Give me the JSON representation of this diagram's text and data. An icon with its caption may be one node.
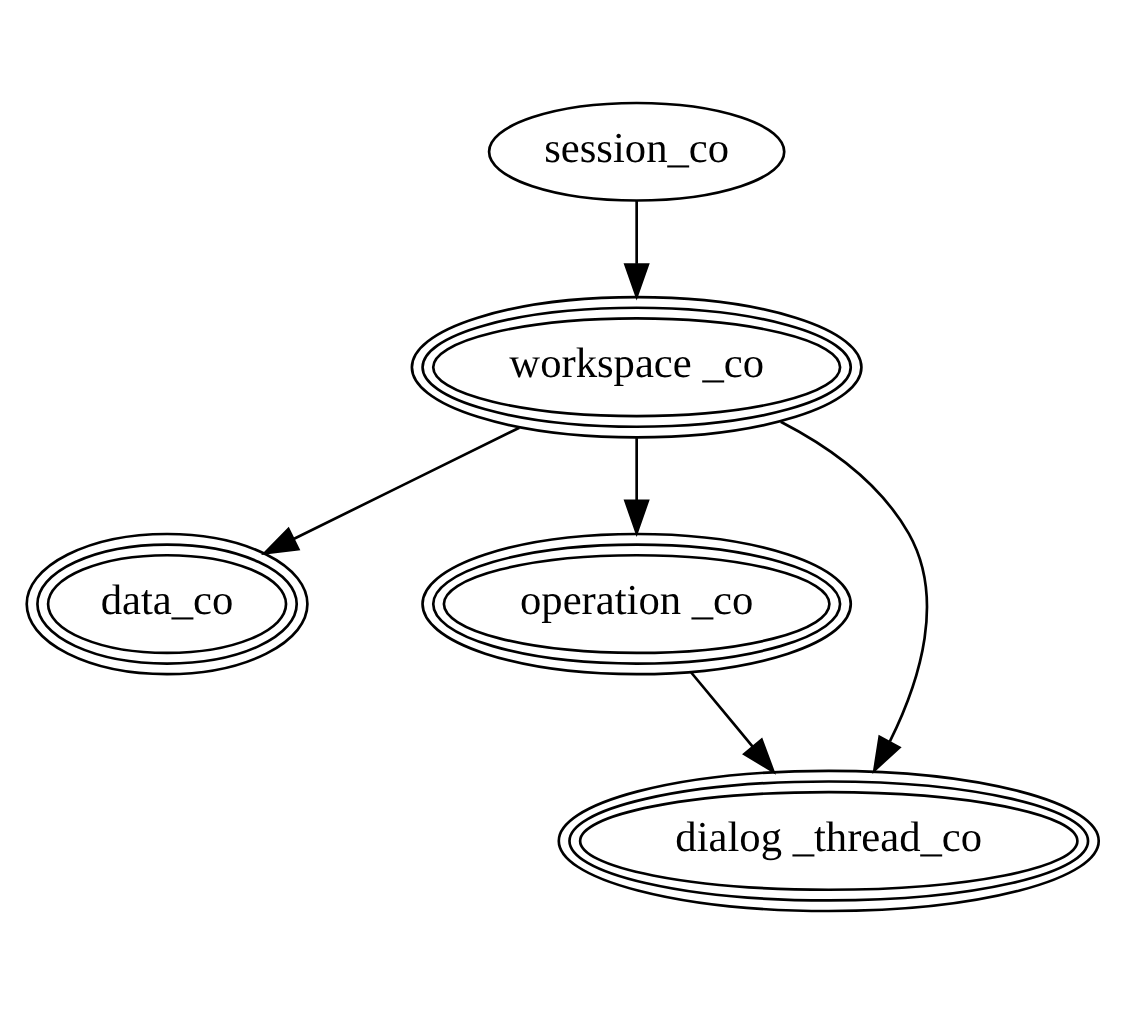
{
  "diagram": {
    "nodes": [
      {
        "text": [
          "session_co"
        ]
      },
      {
        "text": [
          "workspace _co"
        ]
      },
      {
        "text": [
          "data_co"
        ]
      },
      {
        "text": [
          "operation _co"
        ]
      },
      {
        "text": [
          "dialog _thread_co"
        ]
      }
    ],
    "edges": [
      {
        "from": 0,
        "to": 1,
        "arrow": "to"
      },
      {
        "from": 1,
        "to": 2,
        "arrow": "to"
      },
      {
        "from": 1,
        "to": 4,
        "arrow": "to"
      },
      {
        "from": 1,
        "to": 3,
        "arrow": "to"
      },
      {
        "from": 3,
        "to": 4,
        "arrow": "to"
      }
    ]
  }
}
